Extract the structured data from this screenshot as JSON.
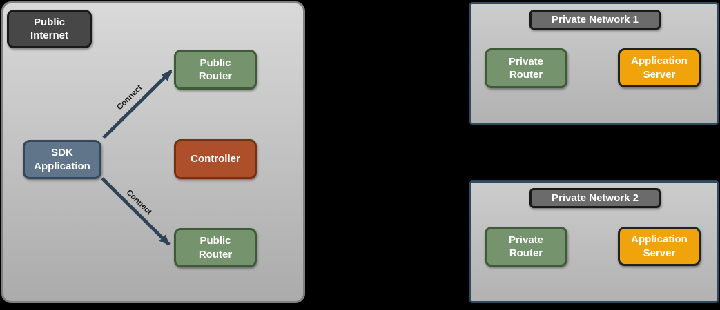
{
  "colors": {
    "page_bg": "#000000",
    "public_panel_border": "#808080",
    "public_panel_bg_top": "#d9d9d9",
    "public_panel_bg_bottom": "#ababab",
    "private_panel_border": "#2e4a5e",
    "private_panel_bg_top": "#cccccc",
    "private_panel_bg_bottom": "#b2b2b2",
    "dark_node_bg": "#474747",
    "dark_node_border": "#1a1a1a",
    "title_bg": "#6b6b6b",
    "title_border": "#1a1a1a",
    "green_bg": "#75936d",
    "green_border": "#3e5a36",
    "blue_bg": "#60748a",
    "blue_border": "#32495d",
    "red_bg": "#ad4f2a",
    "red_border": "#7b2f10",
    "orange_bg": "#f0a30a",
    "orange_border": "#222222",
    "arrow_color": "#2e4357",
    "connect_text": "#1a1a1a",
    "node_text": "#ffffff"
  },
  "public_internet": {
    "label": "Public\nInternet",
    "nodes": {
      "sdk_application": "SDK\nApplication",
      "public_router_top": "Public\nRouter",
      "controller": "Controller",
      "public_router_bottom": "Public\nRouter"
    },
    "connections": [
      {
        "label": "Connect",
        "from": "SDK Application",
        "to": "Public Router (top)"
      },
      {
        "label": "Connect",
        "from": "SDK Application",
        "to": "Public Router (bottom)"
      }
    ]
  },
  "private_network_1": {
    "title": "Private Network 1",
    "nodes": {
      "private_router": "Private\nRouter",
      "application_server": "Application\nServer"
    }
  },
  "private_network_2": {
    "title": "Private Network 2",
    "nodes": {
      "private_router": "Private\nRouter",
      "application_server": "Application\nServer"
    }
  }
}
